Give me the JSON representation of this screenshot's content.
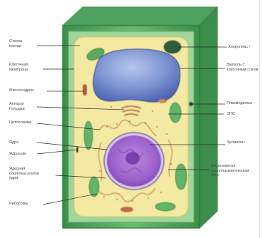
{
  "diagram": {
    "colors": {
      "wall_outer": "#3f9a52",
      "wall_inner": "#8fd08e",
      "cytoplasm": "#f4eaa0",
      "vacuole": "#6e86c9",
      "nucleus": "#9a5fc8",
      "chloroplast": "#5fae62",
      "organelle_red": "#b8563a",
      "leader_line": "#2a2a2a"
    },
    "labels_left": [
      {
        "id": "cell-wall",
        "text": "Стенка\nклетки"
      },
      {
        "id": "cell-membrane",
        "text": "Клеточная\nмембрана"
      },
      {
        "id": "mitochondria",
        "text": "Митохондрии"
      },
      {
        "id": "golgi",
        "text": "Аппарат\nГольджи"
      },
      {
        "id": "cytoplasm",
        "text": "Цитоплазма"
      },
      {
        "id": "nucleus",
        "text": "Ядро"
      },
      {
        "id": "nucleolus",
        "text": "Ядрышко"
      },
      {
        "id": "nuclear-envelope",
        "text": "Ядерная\nоболочка клетки\nядра"
      },
      {
        "id": "ribosomes",
        "text": "Рибосомы"
      }
    ],
    "labels_right": [
      {
        "id": "chloroplast",
        "text": "Хлоропласт"
      },
      {
        "id": "vacuole",
        "text": "Вакуоль с\nклеточным соком"
      },
      {
        "id": "plasmodesma",
        "text": "Плазмодесма"
      },
      {
        "id": "er",
        "text": "ЭПС"
      },
      {
        "id": "chromatin",
        "text": "Хроматин"
      },
      {
        "id": "rough-er",
        "text": "Шероховатая\nэндоплазматическая\nсеть"
      }
    ]
  }
}
